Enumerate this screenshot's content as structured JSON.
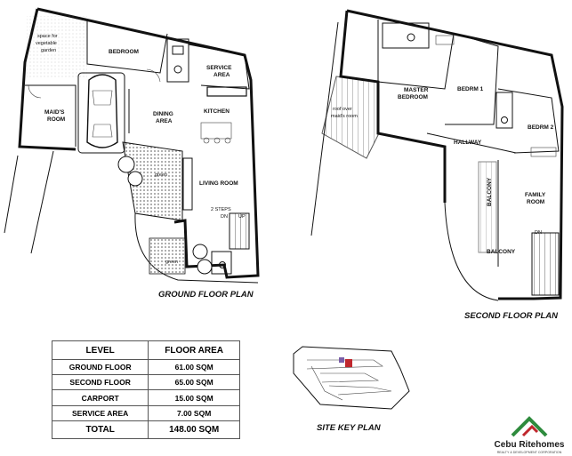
{
  "ground_floor": {
    "caption": "GROUND FLOOR PLAN",
    "rooms": {
      "garden_space_l1": "space for",
      "garden_space_l2": "vegetable",
      "garden_space_l3": "garden",
      "bedroom": "BEDROOM",
      "service_l1": "SERVICE",
      "service_l2": "AREA",
      "maids_l1": "MAID'S",
      "maids_l2": "ROOM",
      "dining_l1": "DINING",
      "dining_l2": "AREA",
      "kitchen": "KITCHEN",
      "green_1": "green",
      "living": "LIVING ROOM",
      "steps": "2 STEPS",
      "dn": "DN",
      "up": "UP",
      "green_2": "green"
    }
  },
  "second_floor": {
    "caption": "SECOND FLOOR PLAN",
    "rooms": {
      "roof_l1": "roof over",
      "roof_l2": "maid's room",
      "master_l1": "MASTER",
      "master_l2": "BEDROOM",
      "bedrm1": "BEDRM 1",
      "bedrm2": "BEDRM 2",
      "hallway": "HALLWAY",
      "balcony_v": "BALCONY",
      "family_l1": "FAMILY",
      "family_l2": "ROOM",
      "balcony_h": "BALCONY",
      "dn": "DN"
    }
  },
  "site_key": {
    "caption": "SITE KEY PLAN"
  },
  "area_table": {
    "headers": [
      "LEVEL",
      "FLOOR AREA"
    ],
    "rows": [
      [
        "GROUND FLOOR",
        "61.00 SQM"
      ],
      [
        "SECOND FLOOR",
        "65.00 SQM"
      ],
      [
        "CARPORT",
        "15.00 SQM"
      ],
      [
        "SERVICE AREA",
        "7.00 SQM"
      ]
    ],
    "total": [
      "TOTAL",
      "148.00 SQM"
    ]
  },
  "logo": {
    "brand": "Cebu Ritehomes",
    "tagline": "REALTY & DEVELOPMENT CORPORATION",
    "colors": {
      "green": "#2e8b3d",
      "red": "#c0272d"
    }
  },
  "colors": {
    "garden_dot": "#c9c9a8",
    "site_highlight": "#c0272d",
    "site_purple": "#7a5ea8"
  }
}
